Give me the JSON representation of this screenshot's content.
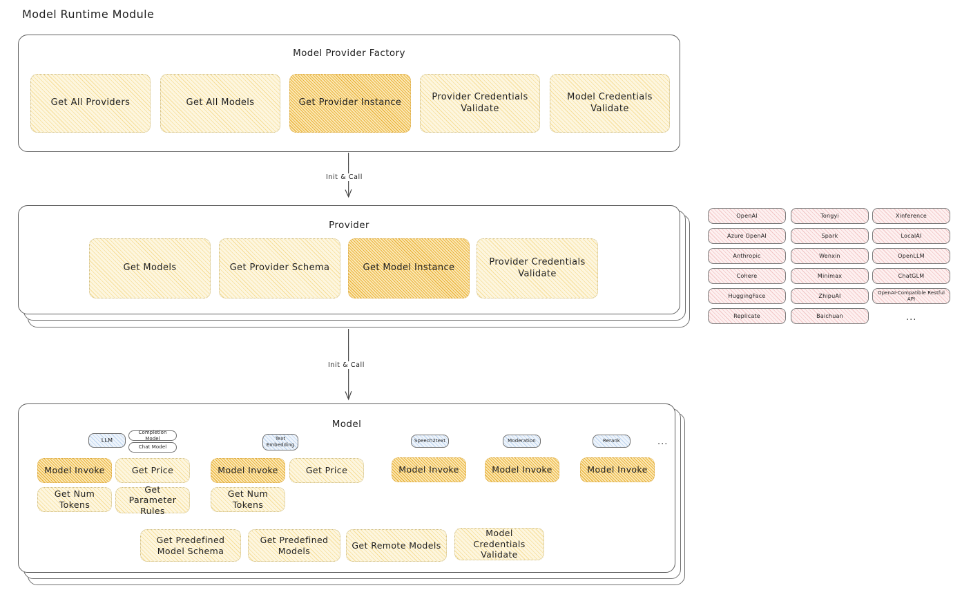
{
  "title": "Model Runtime Module",
  "colors": {
    "stroke": "#1e1e1e",
    "container_stroke": "#5c5c5c",
    "yellow_fill": "#fdf6df",
    "yellow_stroke": "#cbb97e",
    "orange_fill": "#fbe9b8",
    "orange_stroke": "#d9a945",
    "pink_fill": "#fdf0f0",
    "pink_stroke": "#7a7a7a",
    "blue_fill": "#eef4fb",
    "blue_stroke": "#6e6e6e",
    "background": "#ffffff"
  },
  "factory": {
    "title": "Model Provider Factory",
    "nodes": [
      {
        "label": "Get All Providers",
        "highlighted": false
      },
      {
        "label": "Get All Models",
        "highlighted": false
      },
      {
        "label": "Get Provider Instance",
        "highlighted": true
      },
      {
        "label": "Provider Credentials Validate",
        "highlighted": false
      },
      {
        "label": "Model Credentials Validate",
        "highlighted": false
      }
    ]
  },
  "arrow1": {
    "label": "Init & Call"
  },
  "provider": {
    "title": "Provider",
    "nodes": [
      {
        "label": "Get Models",
        "highlighted": false
      },
      {
        "label": "Get Provider Schema",
        "highlighted": false
      },
      {
        "label": "Get Model Instance",
        "highlighted": true
      },
      {
        "label": "Provider Credentials Validate",
        "highlighted": false
      }
    ]
  },
  "arrow2": {
    "label": "Init & Call"
  },
  "provider_list": {
    "columns": [
      {
        "items": [
          "OpenAI",
          "Azure OpenAI",
          "Anthropic",
          "Cohere",
          "HuggingFace",
          "Replicate"
        ]
      },
      {
        "items": [
          "Tongyi",
          "Spark",
          "Wenxin",
          "Minimax",
          "ZhipuAI",
          "Baichuan"
        ]
      },
      {
        "items": [
          "Xinference",
          "LocalAI",
          "OpenLLM",
          "ChatGLM",
          "OpenAI-Compatible Restful API"
        ]
      }
    ],
    "more_indicator": "..."
  },
  "model": {
    "title": "Model",
    "more_indicator": "...",
    "types": [
      {
        "badge": "LLM",
        "sub_badges": [
          "Completion Model",
          "Chat Model"
        ],
        "methods": [
          {
            "label": "Model Invoke",
            "highlighted": true
          },
          {
            "label": "Get Price",
            "highlighted": false
          },
          {
            "label": "Get Num Tokens",
            "highlighted": false
          },
          {
            "label": "Get Parameter Rules",
            "highlighted": false
          }
        ]
      },
      {
        "badge": "Text Embedding",
        "sub_badges": [],
        "methods": [
          {
            "label": "Model Invoke",
            "highlighted": true
          },
          {
            "label": "Get Price",
            "highlighted": false
          },
          {
            "label": "Get Num Tokens",
            "highlighted": false
          }
        ]
      },
      {
        "badge": "Speech2text",
        "sub_badges": [],
        "methods": [
          {
            "label": "Model Invoke",
            "highlighted": true
          }
        ]
      },
      {
        "badge": "Moderation",
        "sub_badges": [],
        "methods": [
          {
            "label": "Model Invoke",
            "highlighted": true
          }
        ]
      },
      {
        "badge": "Rerank",
        "sub_badges": [],
        "methods": [
          {
            "label": "Model Invoke",
            "highlighted": true
          }
        ]
      }
    ],
    "common_methods": [
      {
        "label": "Get Predefined Model Schema"
      },
      {
        "label": "Get Predefined Models"
      },
      {
        "label": "Get Remote Models"
      },
      {
        "label": "Model Credentials Validate"
      }
    ]
  }
}
